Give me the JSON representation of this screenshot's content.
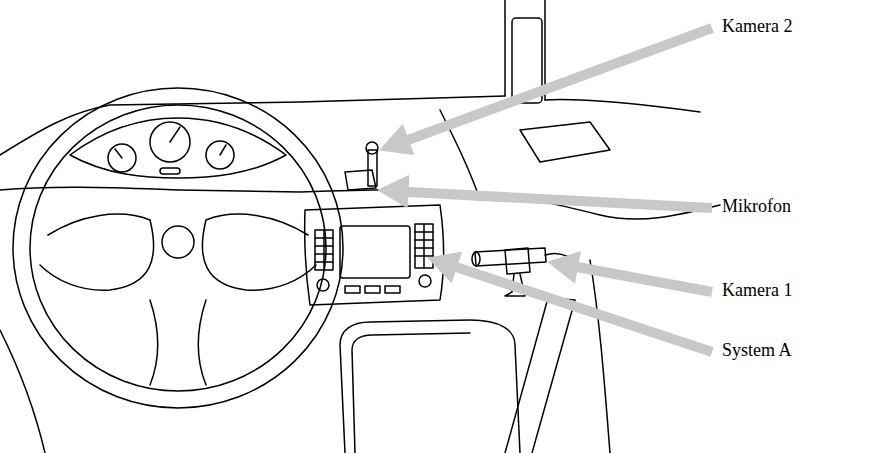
{
  "diagram": {
    "labels": [
      "Kamera 2",
      "Mikrofon",
      "Kamera 1",
      "System A"
    ]
  }
}
